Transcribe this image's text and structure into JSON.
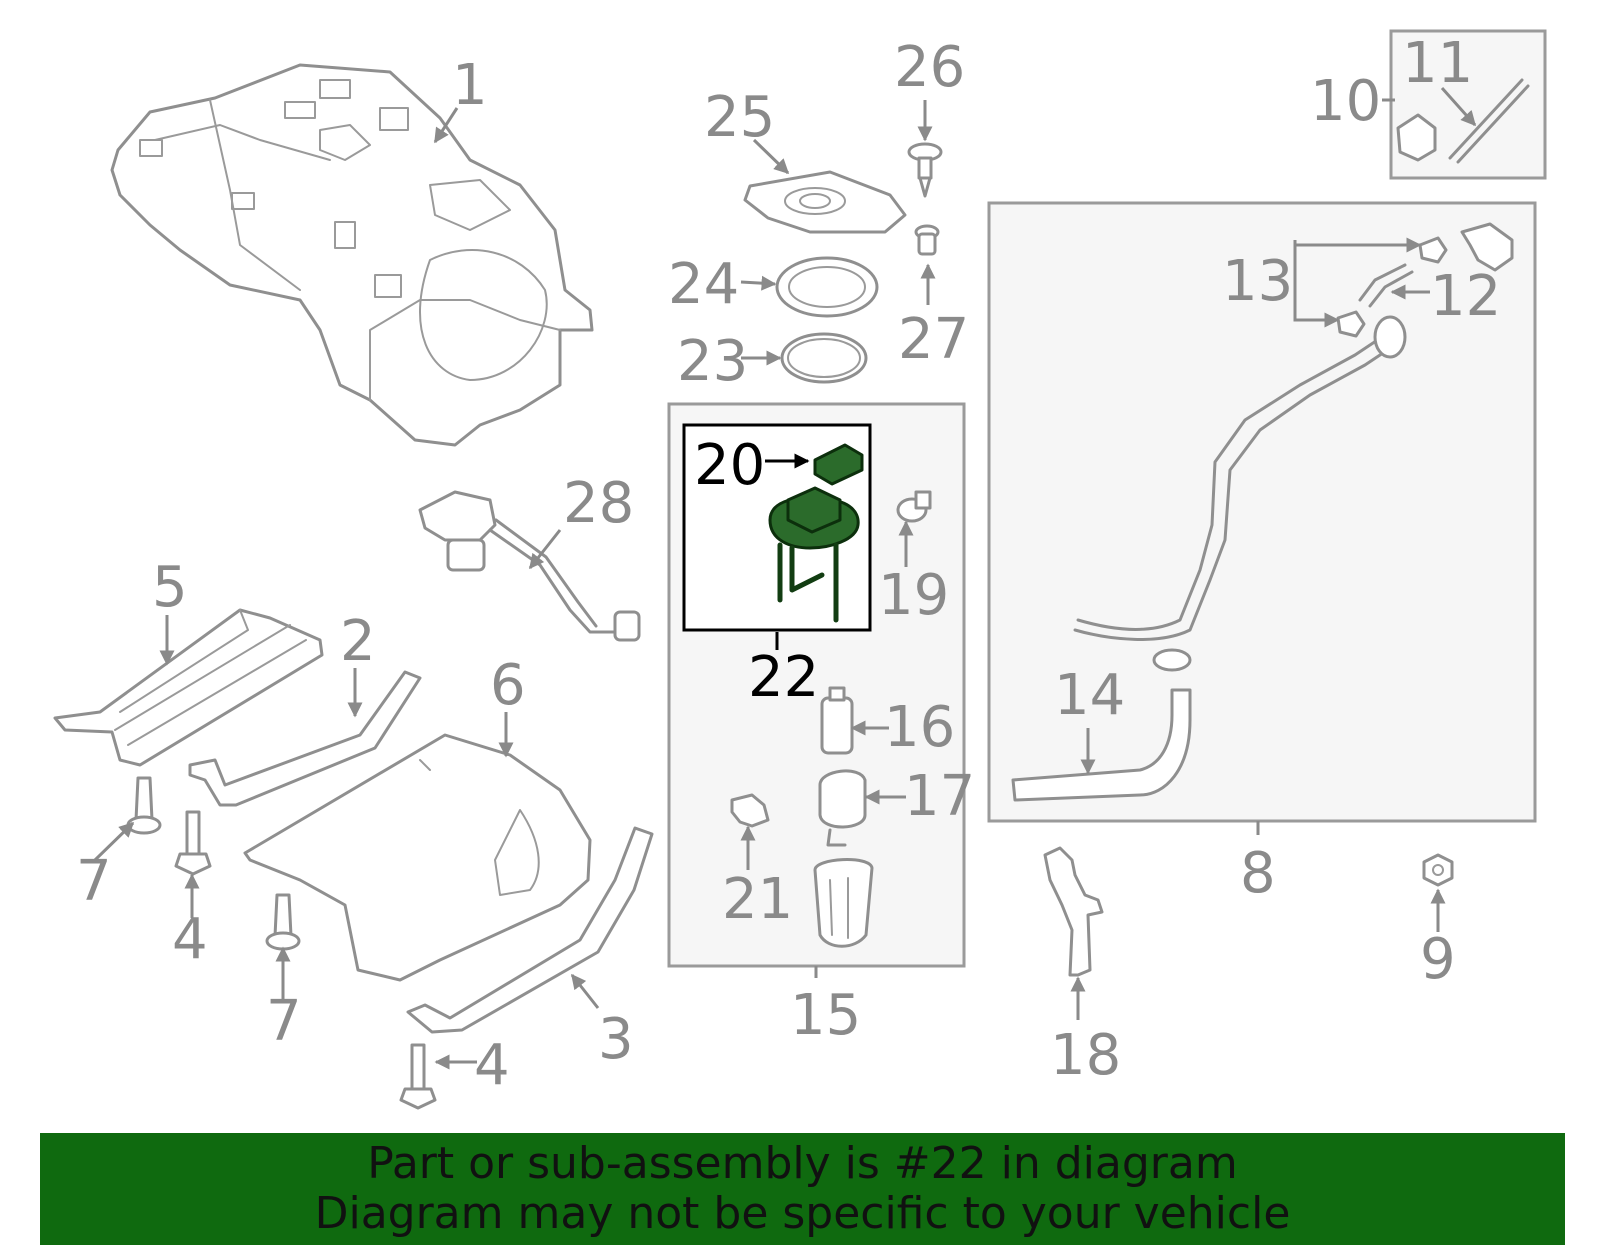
{
  "colors": {
    "part_line": "#8f8f8f",
    "highlight_part": "#2b6b2b",
    "banner_background": "#0f6a0f",
    "group_box_fill": "#f6f6f6"
  },
  "highlighted_callout": "22",
  "callouts": {
    "c1": "1",
    "c2": "2",
    "c3": "3",
    "c4a": "4",
    "c4b": "4",
    "c5": "5",
    "c6": "6",
    "c7a": "7",
    "c7b": "7",
    "c8": "8",
    "c9": "9",
    "c10": "10",
    "c11": "11",
    "c12": "12",
    "c13": "13",
    "c14": "14",
    "c15": "15",
    "c16": "16",
    "c17": "17",
    "c18": "18",
    "c19": "19",
    "c20": "20",
    "c21": "21",
    "c22": "22",
    "c23": "23",
    "c24": "24",
    "c25": "25",
    "c26": "26",
    "c27": "27",
    "c28": "28"
  },
  "banner": {
    "line1": "Part or sub-assembly is #22 in diagram",
    "line2": "Diagram may not be specific to your vehicle"
  }
}
